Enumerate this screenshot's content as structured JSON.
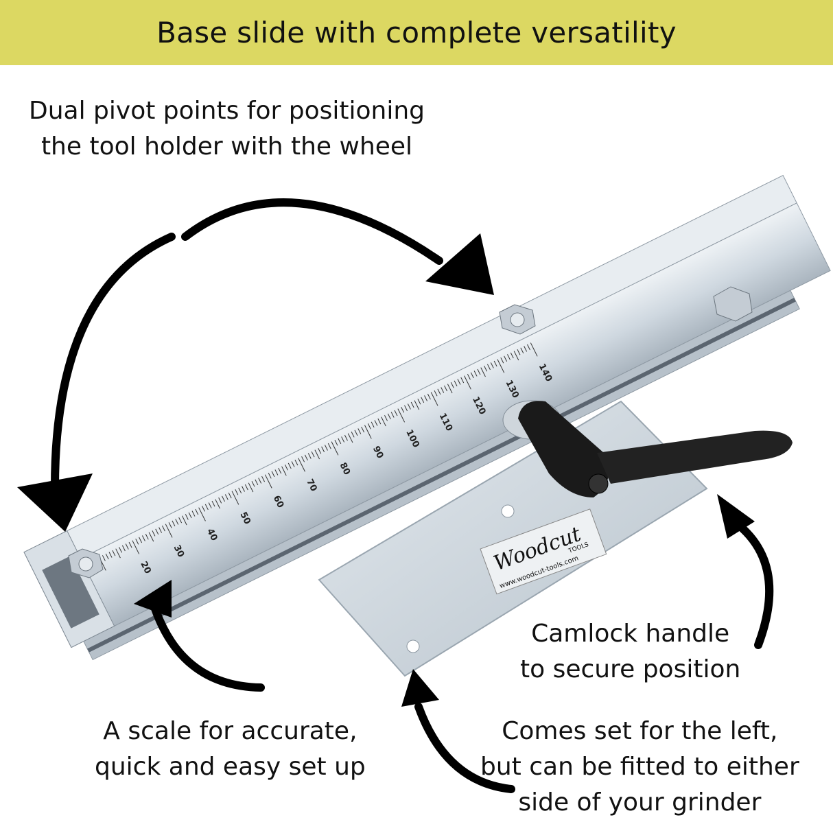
{
  "banner": {
    "title": "Base slide with complete versatility"
  },
  "captions": {
    "pivot": [
      "Dual pivot points for positioning",
      "the tool holder with the wheel"
    ],
    "camlock": [
      "Camlock handle",
      "to secure position"
    ],
    "scale": [
      "A scale for accurate,",
      "quick and easy set up"
    ],
    "side": [
      "Comes set for the left,",
      "but can be fitted to either",
      "side of your grinder"
    ]
  },
  "scale_labels": [
    "20",
    "30",
    "40",
    "50",
    "60",
    "70",
    "80",
    "90",
    "100",
    "110",
    "120",
    "130",
    "140"
  ],
  "brand": {
    "name": "Woodcut",
    "sub": "TOOLS",
    "url": "www.woodcut-tools.com"
  },
  "colors": {
    "banner": "#dcd862",
    "metal": "#c9d3dc",
    "handle": "#1a1a1a"
  }
}
